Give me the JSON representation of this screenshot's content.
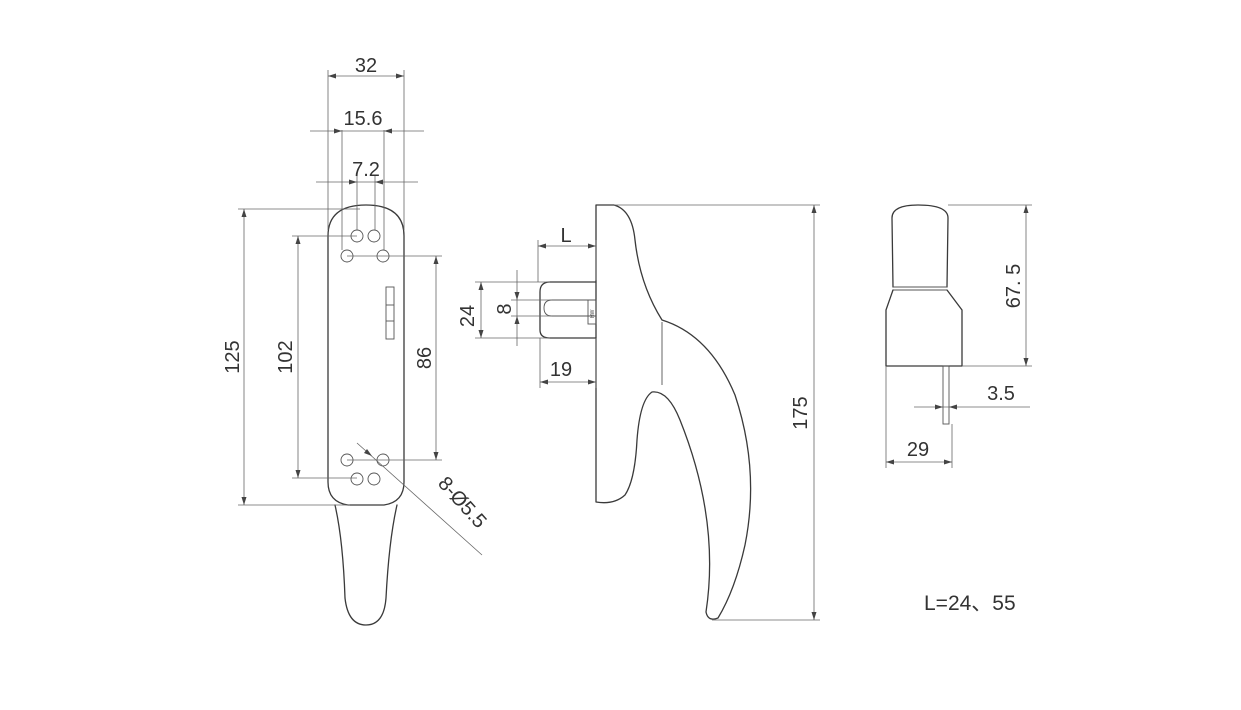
{
  "front_view": {
    "dim_width_total": "32",
    "dim_hole_spacing_outer": "15.6",
    "dim_hole_spacing_inner": "7.2",
    "dim_length_total": "125",
    "dim_hole_span_outer": "102",
    "dim_hole_span_inner": "86",
    "dim_holes": "8-Ø5.5"
  },
  "side_view": {
    "dim_spindle_length": "L",
    "dim_spindle_base": "24",
    "dim_spindle_square": "8",
    "dim_spindle_offset": "19",
    "dim_height_total": "175"
  },
  "end_view": {
    "dim_body_height": "67. 5",
    "dim_spindle_width": "3.5",
    "dim_base_width": "29"
  },
  "note": "L=24、55"
}
